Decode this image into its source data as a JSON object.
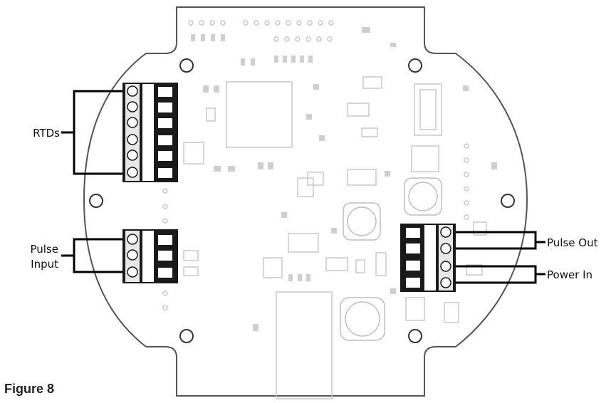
{
  "labels": {
    "rtds": "RTDs",
    "pulse_input_line1": "Pulse",
    "pulse_input_line2": "Input",
    "pulse_out": "Pulse Out",
    "power_in": "Power In"
  },
  "caption": "Figure 8",
  "colors": {
    "board_outline": "#555555",
    "component_gray": "#c8c8c8",
    "terminal_block": "#1a1a1a",
    "leader_line": "#000000"
  }
}
